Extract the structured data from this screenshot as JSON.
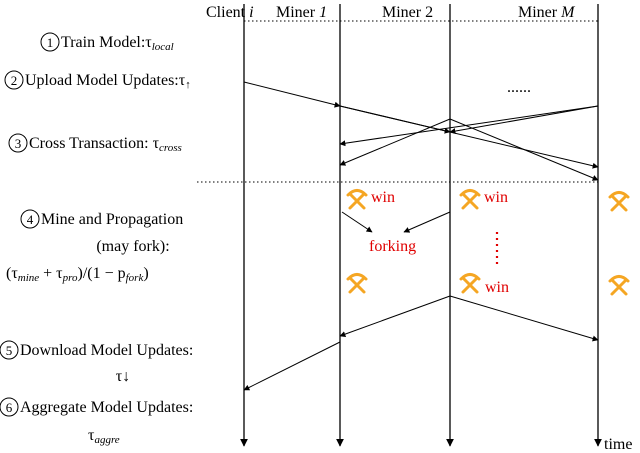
{
  "header": {
    "client_prefix": "Client ",
    "client_var": "i",
    "miner1_prefix": "Miner ",
    "miner1_var": "1",
    "miner2": "Miner 2",
    "minerM_prefix": "Miner ",
    "minerM_var": "M"
  },
  "time_label": "time",
  "ellipsis": "......",
  "steps": [
    {
      "num": "1",
      "text": "Train Model:τ",
      "sub": "local"
    },
    {
      "num": "2",
      "text": "Upload Model Updates:τ",
      "sub": "↑"
    },
    {
      "num": "3",
      "text": "Cross Transaction: τ",
      "sub": "cross"
    },
    {
      "num": "4",
      "line1": "Mine and Propagation",
      "line2": "(may fork):",
      "formula_a": "(τ",
      "sub_a": "mine",
      "formula_b": " + τ",
      "sub_b": "pro",
      "formula_c": ")/(1 − p",
      "sub_c": "fork",
      "formula_d": ")"
    },
    {
      "num": "5",
      "text": "Download Model Updates:",
      "line2": "τ↓"
    },
    {
      "num": "6",
      "text": "Aggregate Model Updates:",
      "line2": "τ",
      "sub": "aggre"
    }
  ],
  "events": {
    "win": "win",
    "forking": "forking"
  },
  "colors": {
    "pick": "#f5a623",
    "red": "#e00000"
  },
  "icons": [
    "pickaxe-icon"
  ]
}
